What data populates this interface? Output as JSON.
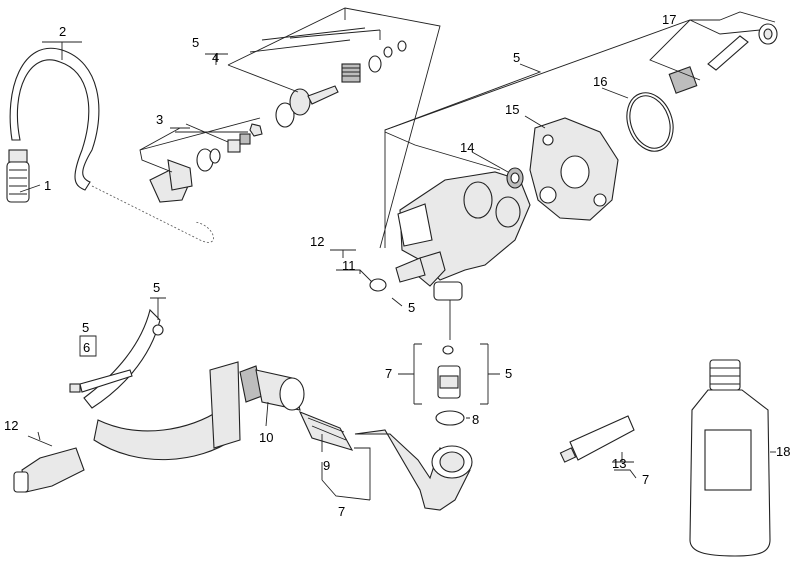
{
  "callouts": {
    "c1": "1",
    "c2": "2",
    "c3": "3",
    "c4": "4",
    "c5a": "5",
    "c5b": "5",
    "c5c": "5",
    "c5d": "5",
    "c5e": "5",
    "c5f": "5",
    "c6": "6",
    "c7a": "7",
    "c7b": "7",
    "c7c": "7",
    "c8": "8",
    "c9": "9",
    "c10": "10",
    "c11": "11",
    "c12a": "12",
    "c12b": "12",
    "c13": "13",
    "c14": "14",
    "c15": "15",
    "c16": "16",
    "c17": "17",
    "c18": "18"
  }
}
